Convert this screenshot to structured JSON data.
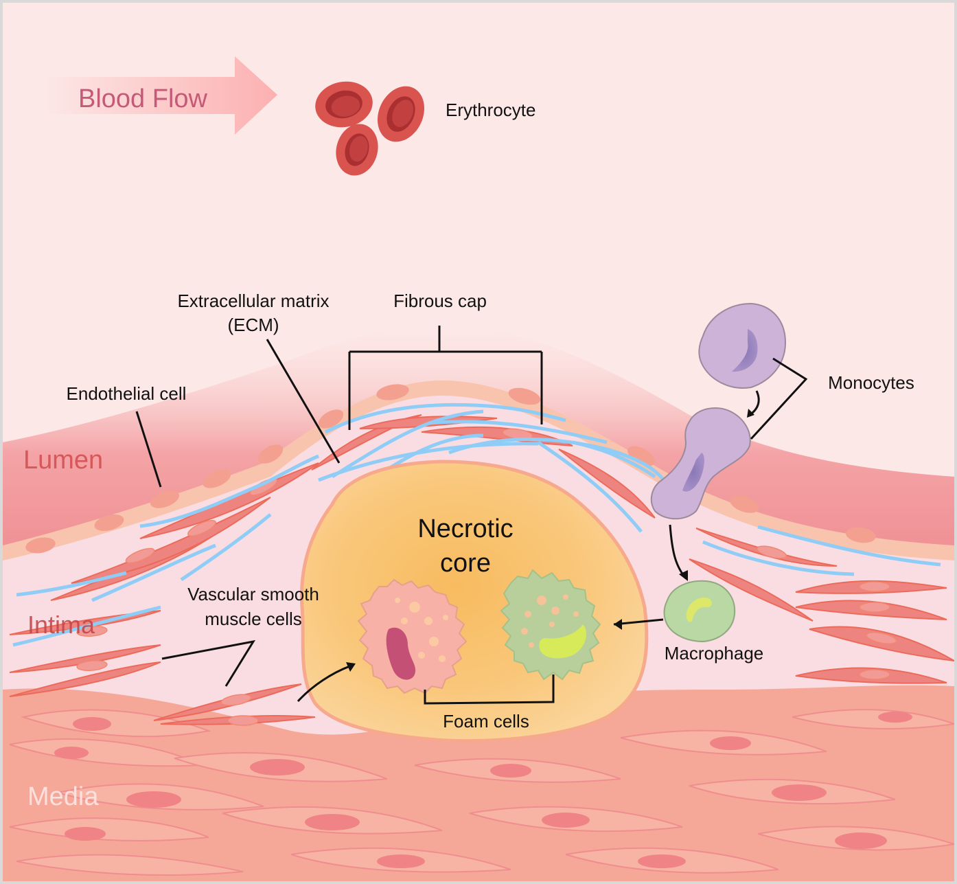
{
  "title": "Atherosclerotic plaque formation",
  "regions": {
    "blood_flow": "Blood Flow",
    "lumen": "Lumen",
    "intima": "Intima",
    "media": "Media"
  },
  "labels": {
    "erythrocyte": "Erythrocyte",
    "ecm_line1": "Extracellular matrix",
    "ecm_line2": "(ECM)",
    "fibrous_cap": "Fibrous cap",
    "endothelial_cell": "Endothelial cell",
    "monocytes": "Monocytes",
    "necrotic_line1": "Necrotic",
    "necrotic_line2": "core",
    "vsmc_line1": "Vascular smooth",
    "vsmc_line2": "muscle cells",
    "macrophage": "Macrophage",
    "foam_cells": "Foam cells"
  },
  "colors": {
    "lumen_bg": "#fce8e7",
    "lumen_band": "#f2a0a3",
    "endothelium": "#f8c4ae",
    "intima": "#f9dde3",
    "media": "#f5a898",
    "smooth_muscle": "#ee8480",
    "ecm_fiber": "#8fcdf7",
    "necrotic_core": "#f9c97c",
    "monocyte": "#cdb3d8",
    "macrophage": "#b9d8a3",
    "erythrocyte": "#d9534f",
    "label_red": "#d5585a",
    "label_flow": "#c45a78"
  }
}
